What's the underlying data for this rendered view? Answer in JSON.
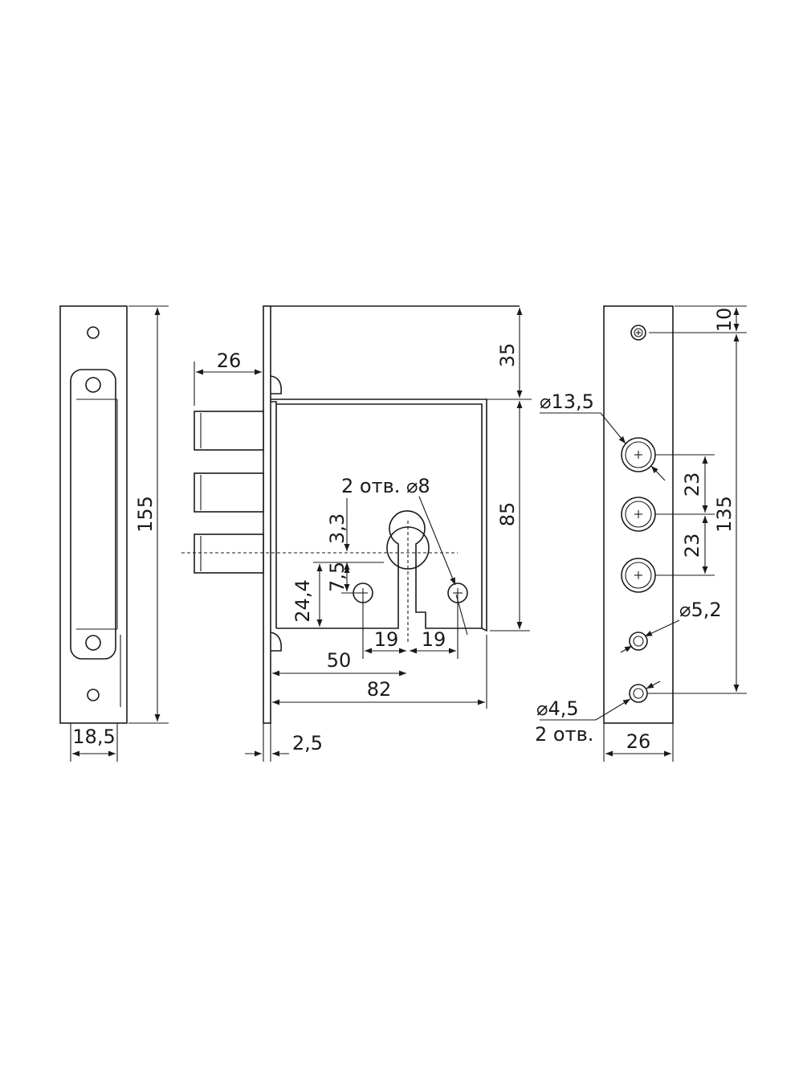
{
  "front_view": {
    "height_label": "155",
    "width_label": "18,5"
  },
  "side_view": {
    "bolt_length_label": "26",
    "top_label": "35",
    "case_height_label": "85",
    "offset_label": "3,3",
    "holes_label": "2 отв. ⌀8",
    "hole_offset_label": "7,5",
    "keyhole_height_label": "24,4",
    "hole_spacing_left_label": "19",
    "hole_spacing_right_label": "19",
    "backset_label": "50",
    "case_width_label": "82",
    "faceplate_thickness_label": "2,5"
  },
  "face_view": {
    "top_offset_label": "10",
    "bolt_diameter_label": "⌀13,5",
    "bolt_spacing_1_label": "23",
    "bolt_spacing_2_label": "23",
    "mount_span_label": "135",
    "hole_diameter_label": "⌀5,2",
    "screw_diameter_label": "⌀4,5",
    "screw_count_label": "2 отв.",
    "width_label": "26"
  }
}
